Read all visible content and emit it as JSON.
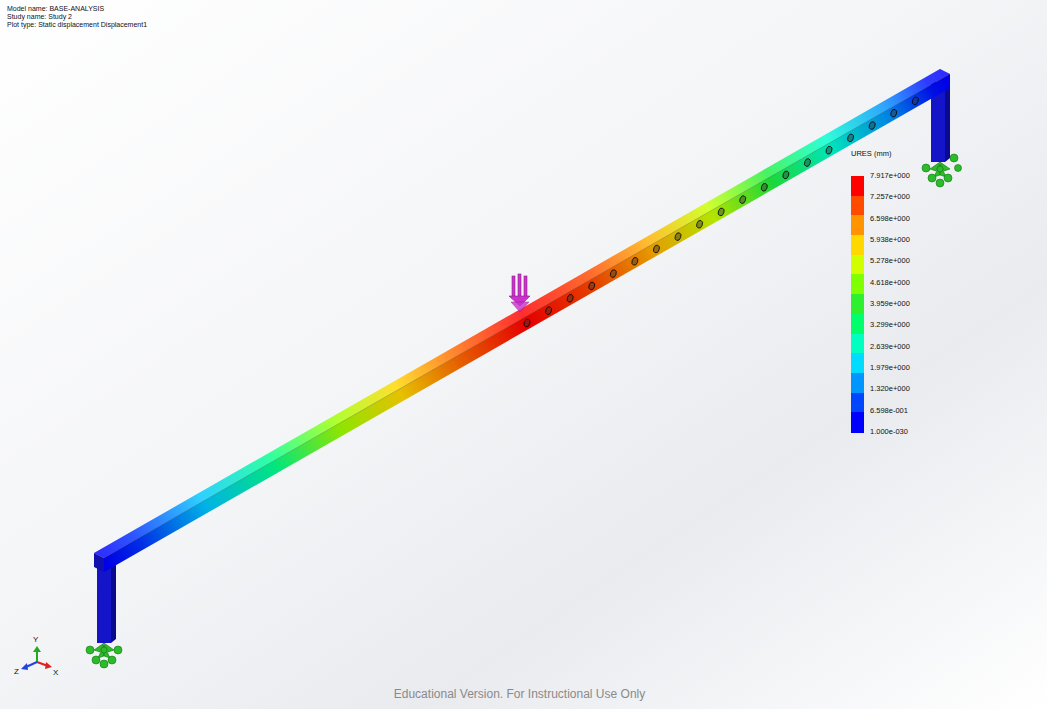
{
  "diagram": {
    "labels": [
      "Model name: BASE-ANALYSIS",
      "Study name: Study 2",
      "Plot type: Static displacement Displacement1",
      "URES (mm)",
      "Educational Version. For Instructional Use Only",
      "Y",
      "Z",
      "X"
    ],
    "legend": [
      {
        "text": "7.917e+000",
        "color": "#ff0000"
      },
      {
        "text": "7.257e+000",
        "color": "#ff4a00"
      },
      {
        "text": "6.598e+000",
        "color": "#ff9400"
      },
      {
        "text": "5.938e+000",
        "color": "#ffd800"
      },
      {
        "text": "5.278e+000",
        "color": "#d2ff00"
      },
      {
        "text": "4.618e+000",
        "color": "#80ff00"
      },
      {
        "text": "3.959e+000",
        "color": "#2ef02e"
      },
      {
        "text": "3.299e+000",
        "color": "#00ff6a"
      },
      {
        "text": "2.639e+000",
        "color": "#00ffc0"
      },
      {
        "text": "1.979e+000",
        "color": "#00dcff"
      },
      {
        "text": "1.320e+000",
        "color": "#0096ff"
      },
      {
        "text": "6.598e-001",
        "color": "#0046ff"
      },
      {
        "text": "1.000e-030",
        "color": "#0000ff"
      }
    ]
  }
}
